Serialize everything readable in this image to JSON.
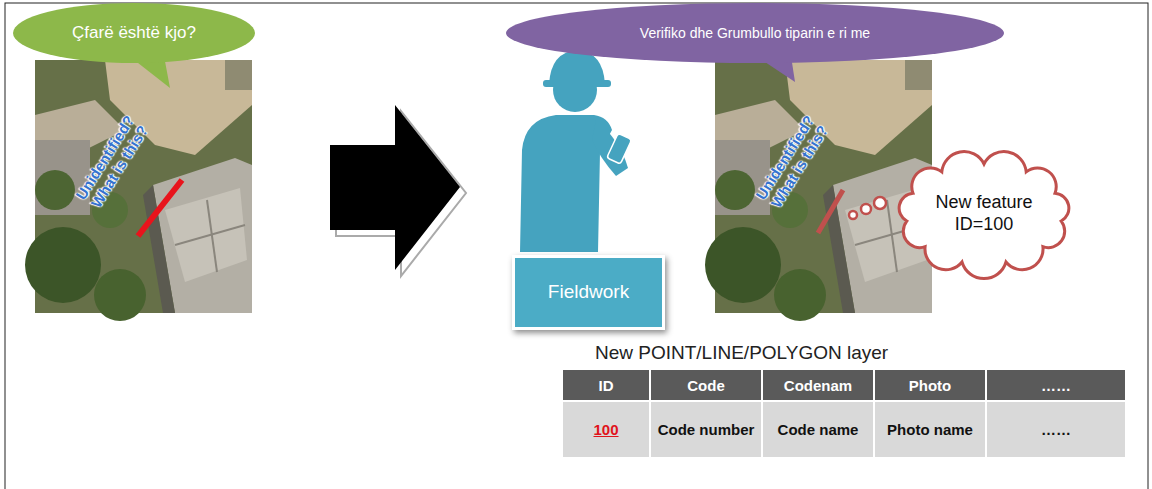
{
  "diagram": {
    "nodes": [
      {
        "text": [
          "Çfarë është kjo?"
        ]
      },
      {
        "text": [
          "Verifiko dhe Grumbullo tiparin e ri me"
        ]
      },
      {
        "text": [
          "Fieldwork"
        ]
      },
      {
        "text": [
          "New feature ID=100"
        ]
      }
    ],
    "labels": [
      "Unidentified? What is this?",
      "Unidentified? What is this?",
      "New POINT/LINE/POLYGON layer",
      "ID",
      "Code",
      "Codenam",
      "Photo",
      "……",
      "100",
      "Code number",
      "Code name",
      "Photo name",
      "……"
    ]
  }
}
